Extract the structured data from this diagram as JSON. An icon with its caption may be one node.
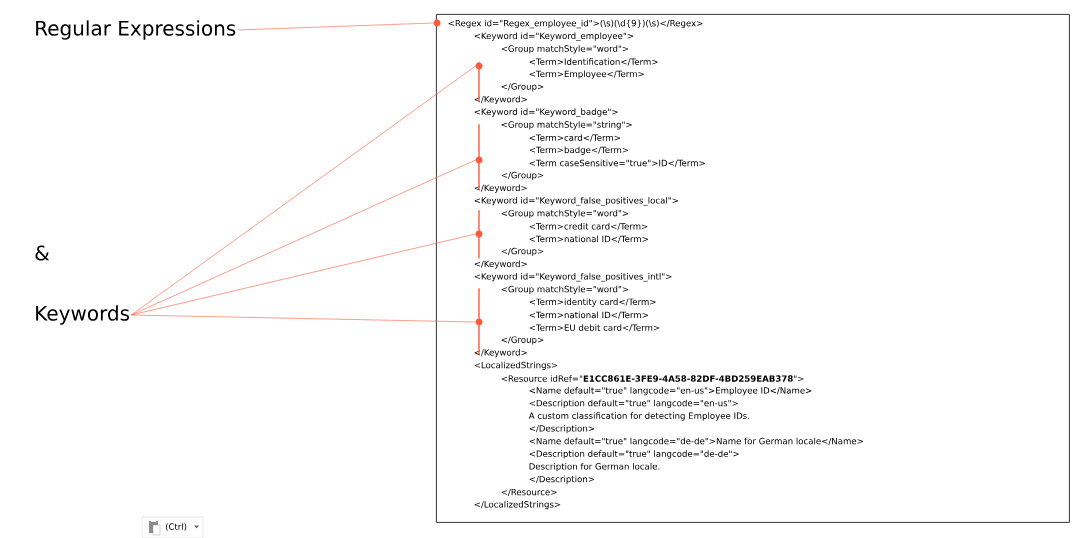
{
  "diagram": {
    "nodes": [
      {
        "text": [
          "Regular Expressions"
        ]
      },
      {
        "text": [
          "Keywords"
        ]
      },
      {
        "text": [
          "<Regex id=\"Regex_employee_id\">(\\s)(\\d{9})(\\s)</Regex>",
          "<Keyword id=\"Keyword_employee\">",
          "<Group matchStyle=\"word\">",
          "<Term>Identification</Term>",
          "<Term>Employee</Term>",
          "</Group>",
          "</Keyword>",
          "<Keyword id=\"Keyword_badge\">",
          "<Group matchStyle=\"string\">",
          "<Term>card</Term>",
          "<Term>badge</Term>",
          "<Term caseSensitive=\"true\">ID</Term>",
          "</Group>",
          "</Keyword>",
          "<Keyword id=\"Keyword_false_positives_local\">",
          "<Group matchStyle=\"word\">",
          "<Term>credit card</Term>",
          "<Term>national ID</Term>",
          "</Group>",
          "</Keyword>",
          "<Keyword id=\"Keyword_false_positives_intl\">",
          "<Group matchStyle=\"word\">",
          "<Term>identity card</Term>",
          "<Term>national ID</Term>",
          "<Term>EU debit card</Term>",
          "</Group>",
          "</Keyword>",
          "<LocalizedStrings>",
          "<Resource idRef=\"**E1CC861E-3FE9-4A58-82DF-4BD259EAB378**\">",
          "<Name default=\"true\" langcode=\"en-us\">Employee ID</Name>",
          "<Description default=\"true\" langcode=\"en-us\">",
          "A custom classification for detecting Employee IDs.",
          "</Description>",
          "<Name default=\"true\" langcode=\"de-de\">Name for German locale</Name>",
          "<Description default=\"true\" langcode=\"de-de\">",
          "Description for German locale.",
          "</Description>",
          "</Resource>",
          "</LocalizedStrings>"
        ]
      },
      {
        "text": [],
        "shape": "circle",
        "in": 2
      },
      {
        "text": [],
        "shape": "bar",
        "in": 2
      },
      {
        "text": [],
        "shape": "bar",
        "in": 2
      },
      {
        "text": [],
        "shape": "bar",
        "in": 2
      },
      {
        "text": [],
        "shape": "bar",
        "in": 2
      }
    ],
    "edges": [
      {
        "from": 0,
        "to": 3,
        "arrow": "none"
      },
      {
        "from": 1,
        "to": 4,
        "arrow": "none"
      },
      {
        "from": 1,
        "to": 5,
        "arrow": "none"
      },
      {
        "from": 1,
        "to": 6,
        "arrow": "none"
      },
      {
        "from": 1,
        "to": 7,
        "arrow": "none"
      }
    ],
    "labels": [
      "&",
      "(Ctrl)"
    ]
  }
}
